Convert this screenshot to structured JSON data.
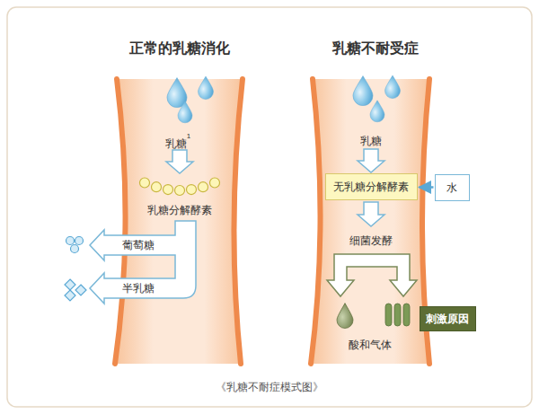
{
  "diagram": {
    "caption": "《乳糖不耐症模式图》",
    "nodes": [
      {
        "text": [
          "正常的乳糖消化"
        ]
      },
      {
        "text": [
          "乳糖不耐受症"
        ]
      },
      {
        "text": [
          "无乳糖分解酵素"
        ],
        "in": 1
      },
      {
        "text": [
          "水"
        ]
      },
      {
        "text": [
          "刺激原因"
        ]
      }
    ],
    "edges": [
      {
        "from": 3,
        "to": 2,
        "arrow": "to"
      }
    ],
    "labels": [
      "乳糖",
      "1",
      "乳糖分解酵素",
      "葡萄糖",
      "半乳糖",
      "乳糖",
      "细菌发酵",
      "酸和气体"
    ]
  }
}
